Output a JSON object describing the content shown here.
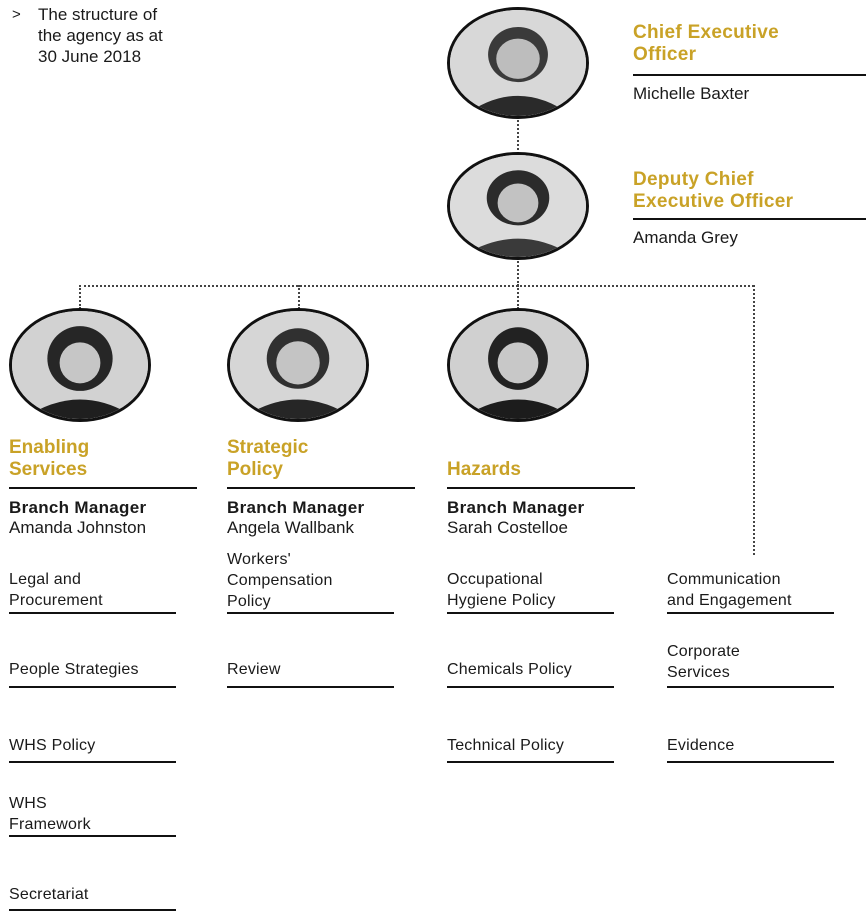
{
  "note": {
    "arrow": ">",
    "lines": [
      "The structure of",
      "the agency as at",
      "30 June 2018"
    ]
  },
  "ceo": {
    "title_lines": [
      "Chief Executive",
      "Officer"
    ],
    "name": "Michelle Baxter"
  },
  "deputy": {
    "title_lines": [
      "Deputy Chief",
      "Executive Officer"
    ],
    "name": "Amanda Grey"
  },
  "branches": [
    {
      "title_lines": [
        "Enabling",
        "Services"
      ],
      "manager_label": "Branch Manager",
      "manager_name": "Amanda Johnston",
      "sections": [
        [
          "Legal and",
          "Procurement"
        ],
        [
          "People Strategies"
        ],
        [
          "WHS Policy"
        ],
        [
          "WHS",
          "Framework"
        ],
        [
          "Secretariat"
        ]
      ]
    },
    {
      "title_lines": [
        "Strategic",
        "Policy"
      ],
      "manager_label": "Branch Manager",
      "manager_name": "Angela Wallbank",
      "sections": [
        [
          "Workers'",
          "Compensation",
          "Policy"
        ],
        [
          "Review"
        ]
      ]
    },
    {
      "title_lines": [
        "Hazards"
      ],
      "manager_label": "Branch Manager",
      "manager_name": "Sarah Costelloe",
      "sections": [
        [
          "Occupational",
          "Hygiene Policy"
        ],
        [
          "Chemicals Policy"
        ],
        [
          "Technical Policy"
        ]
      ]
    },
    {
      "sections": [
        [
          "Communication",
          "and Engagement"
        ],
        [
          "Corporate",
          "Services"
        ],
        [
          "Evidence"
        ]
      ]
    }
  ],
  "colors": {
    "accent": "#c9a227",
    "text": "#1a1a1a",
    "rule": "#111111"
  }
}
